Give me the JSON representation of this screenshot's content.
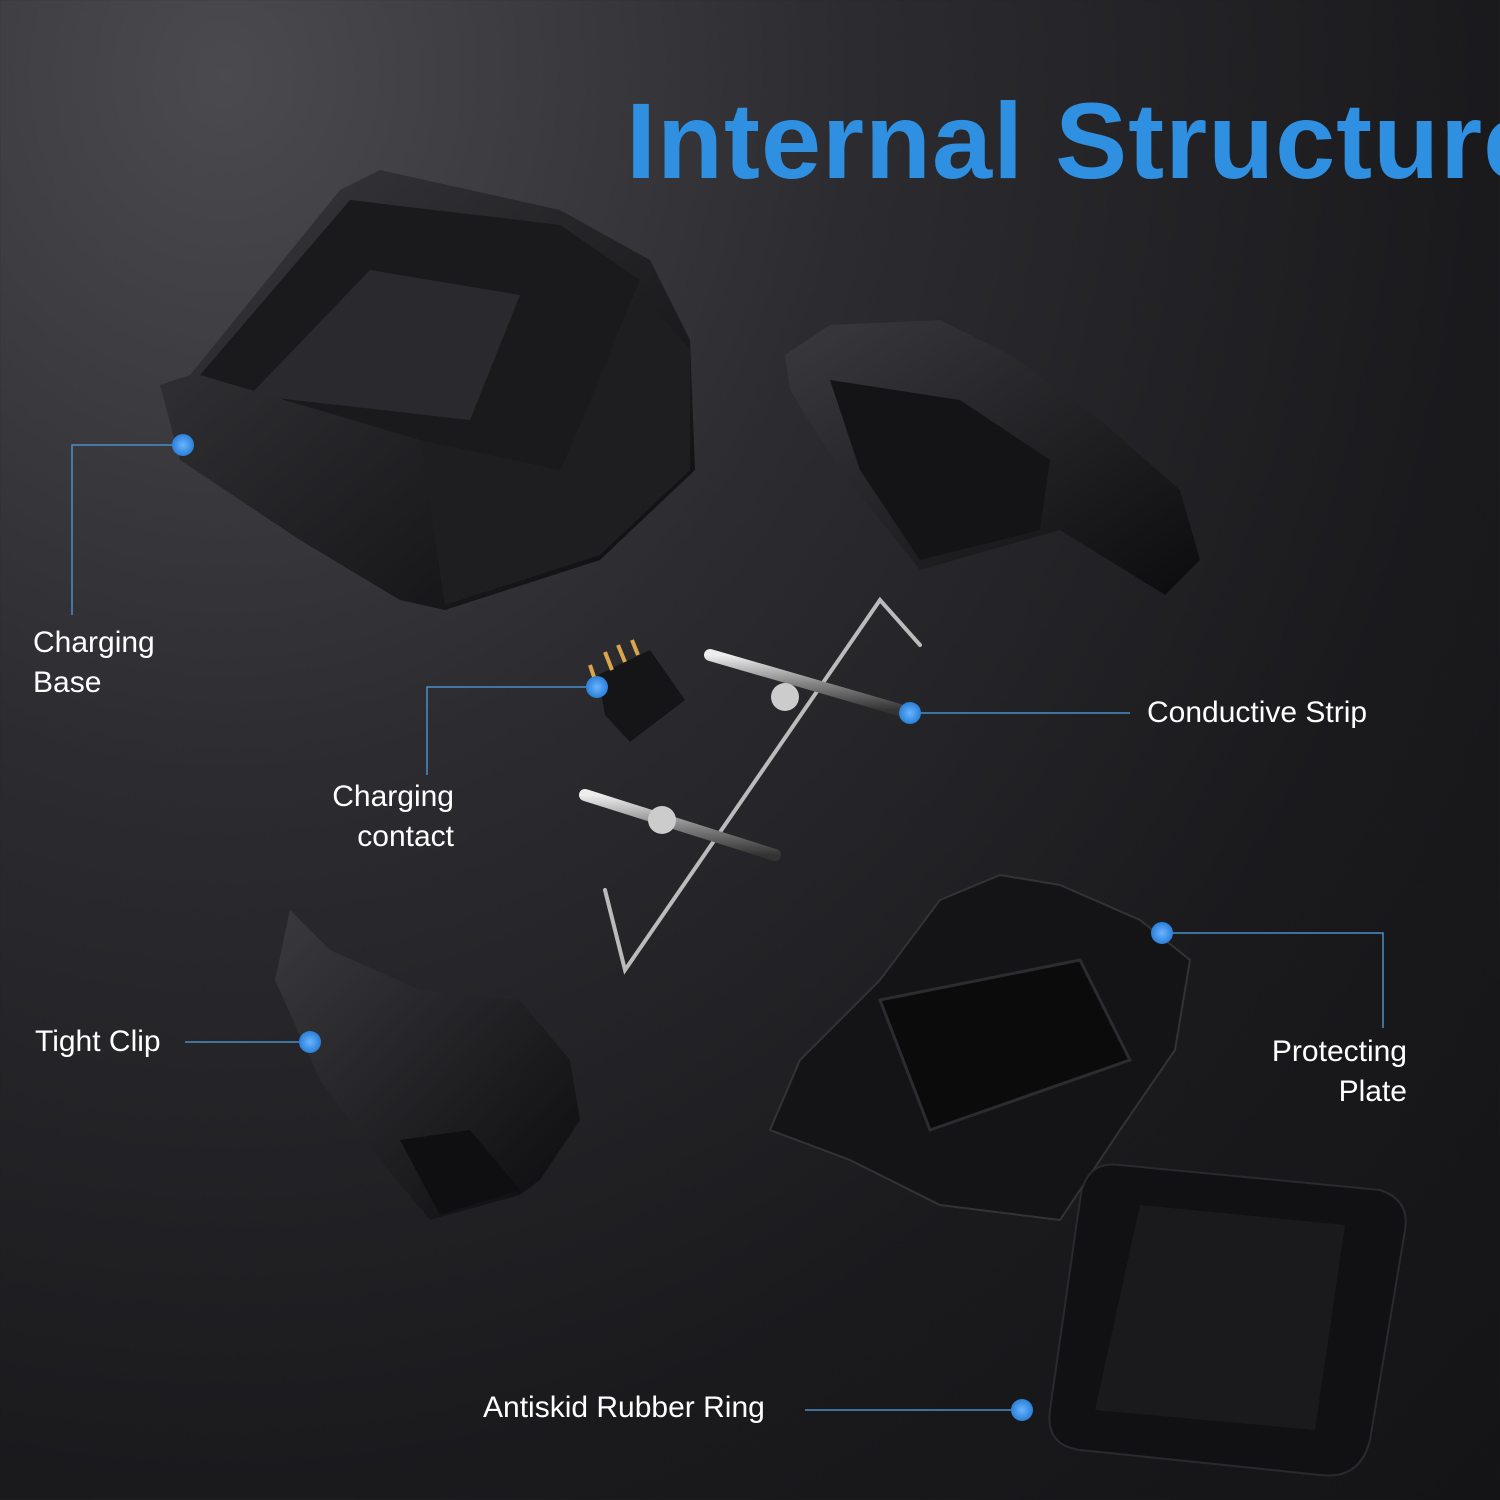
{
  "title": "Internal Structure",
  "colors": {
    "title": "#2f8fe0",
    "dot": "#3c93e6",
    "line": "#4a8fc8"
  },
  "labels": {
    "charging_base": [
      "Charging",
      "Base"
    ],
    "charging_contact": [
      "Charging",
      "contact"
    ],
    "conductive_strip": "Conductive Strip",
    "tight_clip": "Tight Clip",
    "protecting_plate": [
      "Protecting",
      "Plate"
    ],
    "antiskid_ring": "Antiskid Rubber Ring"
  }
}
